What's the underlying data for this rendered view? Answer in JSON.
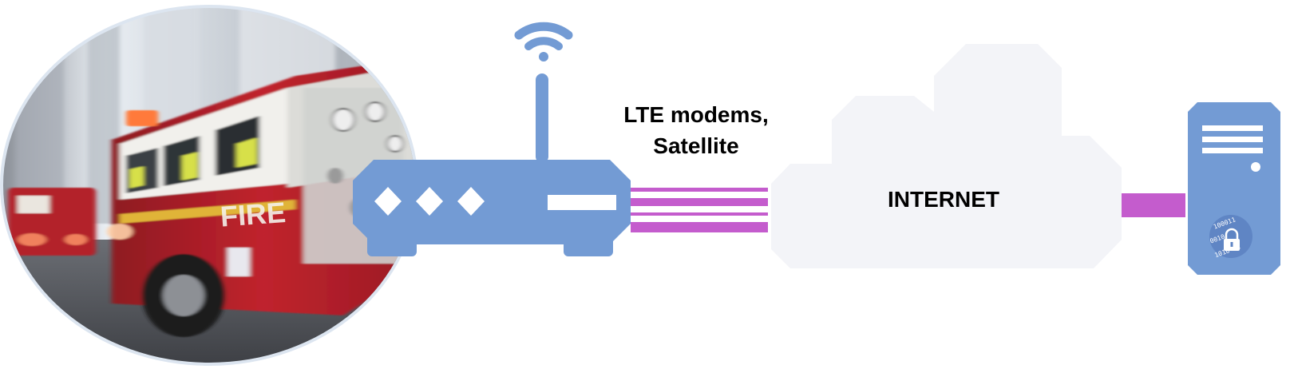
{
  "link_label": {
    "line1": "LTE modems,",
    "line2": "Satellite"
  },
  "cloud_label": "INTERNET",
  "truck_text": "FIRE",
  "lock_binary": [
    "100011",
    "0010",
    "1010 01"
  ],
  "colors": {
    "device_blue": "#739bd4",
    "link_magenta": "#c45ccd",
    "cloud_fill": "#f3f4f8",
    "photo_ring": "#dce5f0",
    "truck_red": "#b3202a"
  },
  "icons": {
    "truck_photo": "fire-truck-photo",
    "router": "wireless-router-icon",
    "wifi": "wifi-signal-icon",
    "cloud": "cloud-icon",
    "server": "server-tower-icon",
    "lock": "padlock-icon"
  }
}
